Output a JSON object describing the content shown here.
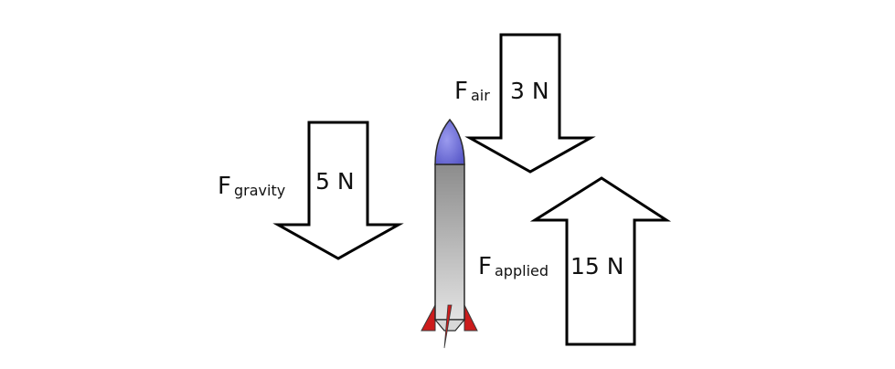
{
  "forces": {
    "gravity": {
      "symbol": "F",
      "subscript": "gravity",
      "value": "5 N"
    },
    "air": {
      "symbol": "F",
      "subscript": "air",
      "value": "3 N"
    },
    "applied": {
      "symbol": "F",
      "subscript": "applied",
      "value": "15 N"
    }
  },
  "colors": {
    "nose_cone": "#6f6fd8",
    "fins": "#cc1c1c",
    "body": "#a8a8a8",
    "arrow_stroke": "#000000"
  }
}
